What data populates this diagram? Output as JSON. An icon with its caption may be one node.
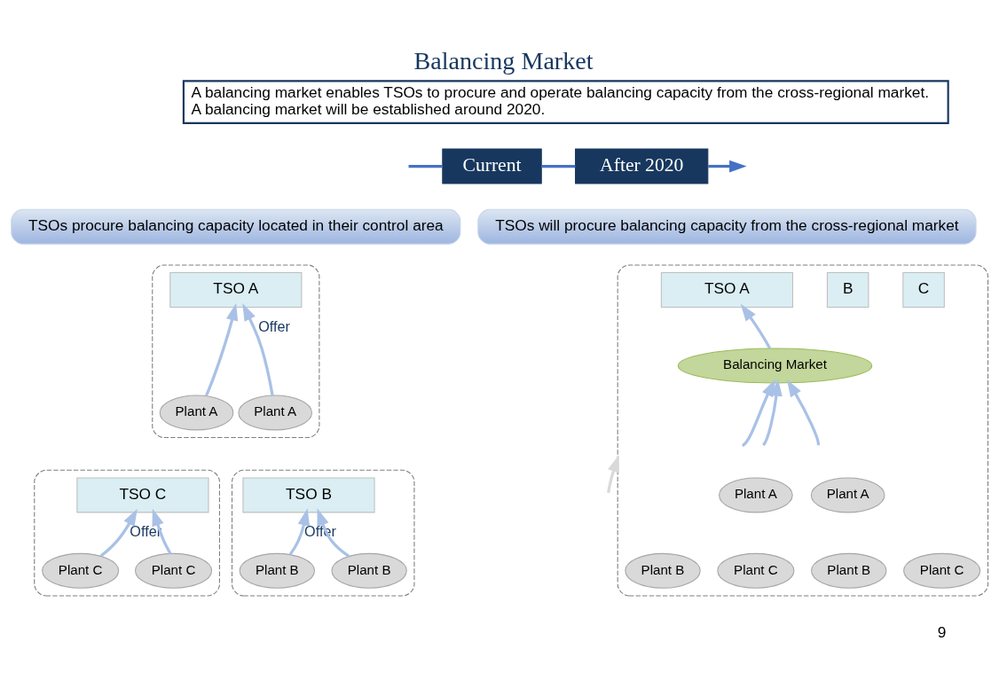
{
  "diagram": {
    "title": "Balancing Market",
    "nodes": [
      {
        "text": [
          "A balancing market enables TSOs to procure and operate balancing capacity from the cross-regional market.",
          "A balancing market will be established around 2020."
        ]
      },
      {
        "text": [
          "Current"
        ]
      },
      {
        "text": [
          "After 2020"
        ]
      },
      {
        "text": [
          "TSOs procure balancing capacity located in their control area"
        ]
      },
      {
        "text": [
          "TSOs will procure balancing capacity from the cross-regional market"
        ]
      },
      {
        "text": [],
        "shape": "box"
      },
      {
        "text": [
          "TSO A"
        ],
        "in": 5
      },
      {
        "text": [
          "Plant A"
        ],
        "in": 5
      },
      {
        "text": [
          "Plant A"
        ],
        "in": 5
      },
      {
        "text": [],
        "shape": "box"
      },
      {
        "text": [
          "TSO B"
        ],
        "in": 9
      },
      {
        "text": [
          "Plant B"
        ],
        "in": 9
      },
      {
        "text": [
          "Plant B"
        ],
        "in": 9
      },
      {
        "text": [],
        "shape": "box"
      },
      {
        "text": [
          "TSO C"
        ],
        "in": 13
      },
      {
        "text": [
          "Plant C"
        ],
        "in": 13
      },
      {
        "text": [
          "Plant C"
        ],
        "in": 13
      },
      {
        "text": [],
        "shape": "box"
      },
      {
        "text": [
          "TSO A"
        ],
        "in": 17
      },
      {
        "text": [
          "B"
        ],
        "in": 17
      },
      {
        "text": [
          "C"
        ],
        "in": 17
      },
      {
        "text": [
          "Balancing Market"
        ],
        "in": 17
      },
      {
        "text": [
          "Plant A"
        ],
        "in": 17
      },
      {
        "text": [
          "Plant A"
        ],
        "in": 17
      },
      {
        "text": [
          "Plant B"
        ],
        "in": 17
      },
      {
        "text": [
          "Plant C"
        ],
        "in": 17
      },
      {
        "text": [
          "Plant B"
        ],
        "in": 17
      },
      {
        "text": [
          "Plant C"
        ],
        "in": 17
      }
    ],
    "edges": [
      {
        "from": 7,
        "to": 6,
        "arrow": "to",
        "label": "Offer"
      },
      {
        "from": 8,
        "to": 6,
        "arrow": "to"
      },
      {
        "from": 11,
        "to": 10,
        "arrow": "to",
        "label": "Offer"
      },
      {
        "from": 12,
        "to": 10,
        "arrow": "to"
      },
      {
        "from": 15,
        "to": 14,
        "arrow": "to",
        "label": "Offer"
      },
      {
        "from": 16,
        "to": 14,
        "arrow": "to"
      },
      {
        "from": null,
        "to": 21,
        "arrow": "to"
      },
      {
        "from": null,
        "to": 21,
        "arrow": "to"
      },
      {
        "from": null,
        "to": 21,
        "arrow": "to"
      },
      {
        "from": 21,
        "to": 18,
        "arrow": "to"
      },
      {
        "from": null,
        "to": 17,
        "arrow": "to",
        "color": "#d9d9d9"
      },
      {
        "from": null,
        "to": 1,
        "arrow": "none",
        "color": "#4472c4"
      },
      {
        "from": 1,
        "to": 2,
        "arrow": "none",
        "color": "#4472c4"
      },
      {
        "from": 2,
        "to": null,
        "arrow": "to",
        "color": "#4472c4"
      }
    ],
    "labels": [
      "9"
    ]
  }
}
